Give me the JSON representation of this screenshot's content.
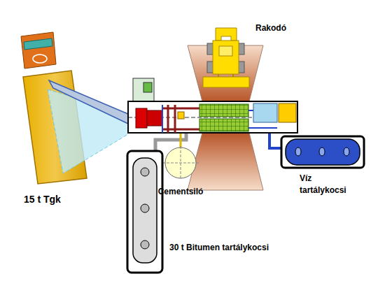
{
  "diagram": {
    "nodes": [
      {
        "text": [
          "Rakodó"
        ]
      },
      {
        "text": [
          "15 t Tgk"
        ]
      },
      {
        "text": [
          "Cementsiló"
        ]
      },
      {
        "text": [
          "Víz tartálykocsi"
        ]
      },
      {
        "text": [
          "30 t Bitumen tartálykocsi"
        ]
      }
    ]
  }
}
